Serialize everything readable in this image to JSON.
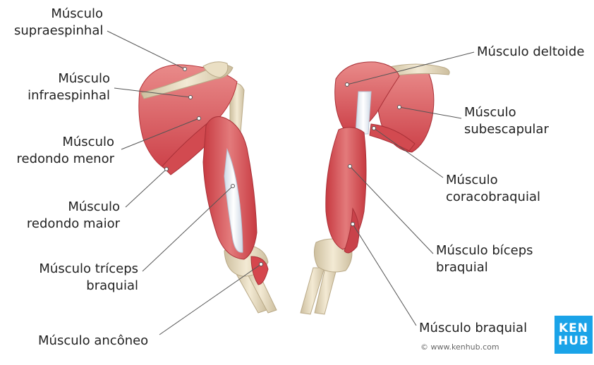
{
  "labels": {
    "supraespinhal": [
      "Músculo",
      "supraespinhal"
    ],
    "infraespinhal": [
      "Músculo",
      "infraespinhal"
    ],
    "redondo_menor": [
      "Músculo",
      "redondo menor"
    ],
    "redondo_maior": [
      "Músculo",
      "redondo maior"
    ],
    "triceps": [
      "Músculo tríceps",
      "braquial"
    ],
    "anconeo": "Músculo ancôneo",
    "deltoide": "Músculo deltoide",
    "subescapular": [
      "Músculo",
      "subescapular"
    ],
    "coracobraquial": [
      "Músculo",
      "coracobraquial"
    ],
    "biceps": [
      "Músculo bíceps",
      "braquial"
    ],
    "braquial": "Músculo braquial"
  },
  "logo": [
    "KEN",
    "HUB"
  ],
  "copyright": "© www.kenhub.com",
  "colors": {
    "muscle": "#d9464c",
    "muscle_light": "#e88a88",
    "tendon": "#e9eef4",
    "bone": "#e8dcc0",
    "leader": "#555555",
    "brand": "#1aa3e8"
  }
}
